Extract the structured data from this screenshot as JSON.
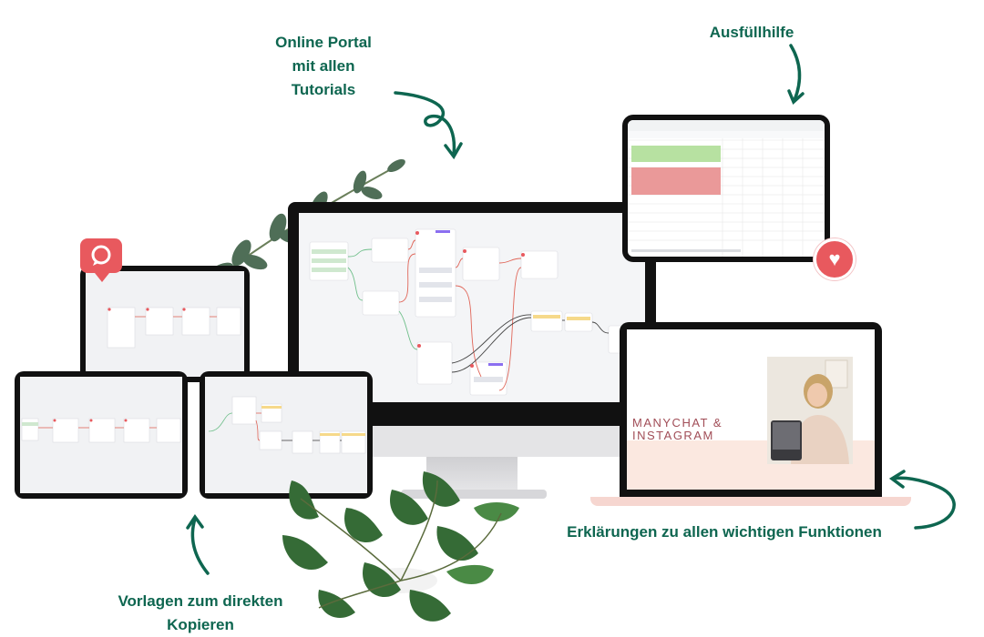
{
  "labels": {
    "portal": [
      "Online Portal",
      "mit allen",
      "Tutorials"
    ],
    "ausfuellhilfe": "Ausfüllhilfe",
    "erklaerungen": "Erklärungen zu allen wichtigen Funktionen",
    "vorlagen": [
      "Vorlagen zum direkten",
      "Kopieren"
    ]
  },
  "laptop": {
    "title_line1": "MANYCHAT &",
    "title_line2": "INSTAGRAM"
  },
  "icons": {
    "chat_badge": "chat-bubble-icon",
    "heart_badge": "heart-icon"
  },
  "colors": {
    "label_green": "#0e6650",
    "badge_red": "#e8595e",
    "laptop_pink": "#fbe8e0",
    "sheet_green": "#b7e1a1",
    "sheet_red": "#ea9999"
  }
}
